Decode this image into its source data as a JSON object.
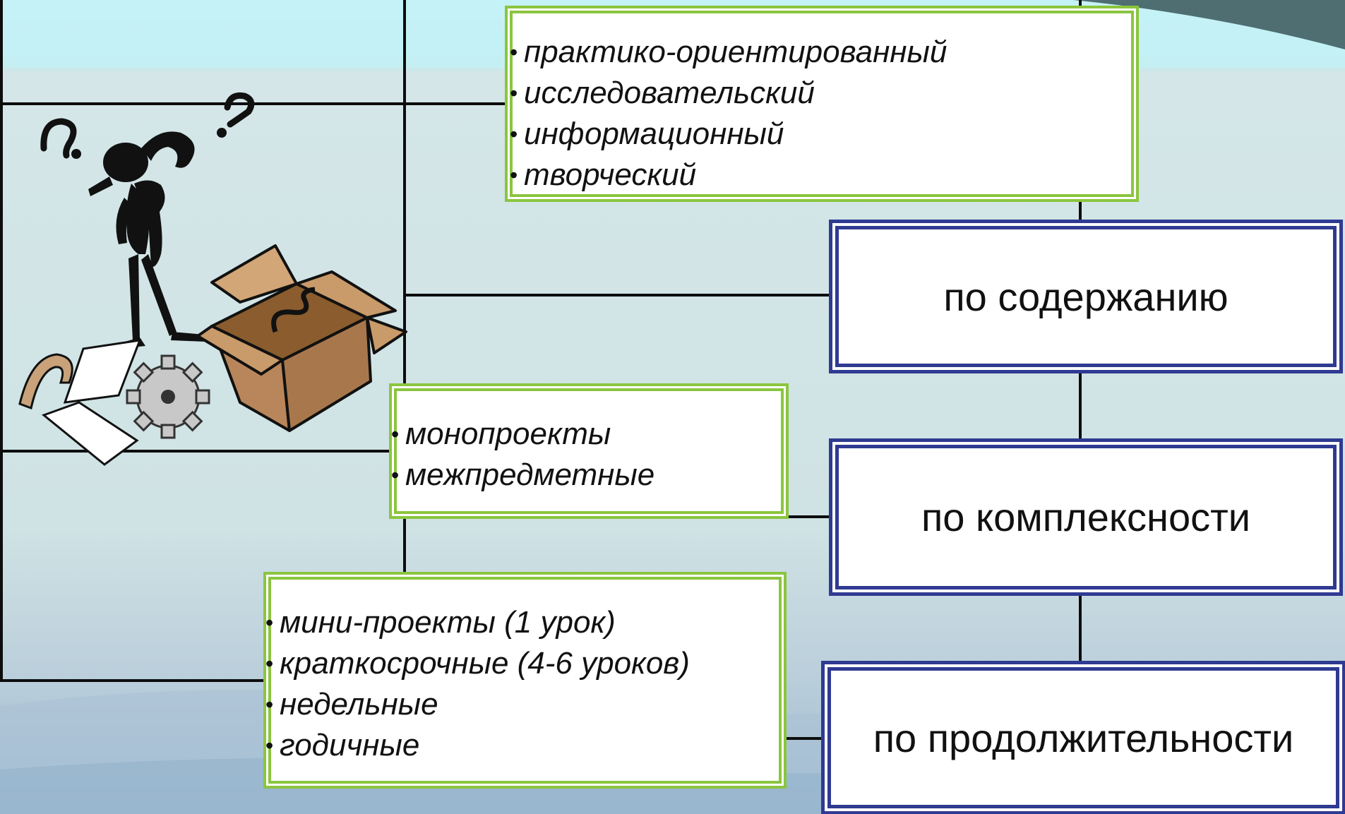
{
  "diagram": {
    "categories": [
      {
        "id": "content",
        "label": "по содержанию",
        "items": [
          "практико-ориентированный",
          "исследовательский",
          "информационный",
          "творческий"
        ]
      },
      {
        "id": "complexity",
        "label": "по комплексности",
        "items": [
          "монопроекты",
          "межпредметные"
        ]
      },
      {
        "id": "duration",
        "label": "по продолжительности",
        "items": [
          "мини-проекты (1 урок)",
          "краткосрочные (4-6 уроков)",
          "недельные",
          "годичные"
        ]
      }
    ]
  },
  "colors": {
    "green_border": "#8bc53f",
    "blue_border": "#2f3a92",
    "line": "#0d0d0d",
    "box_fill": "#b8865a"
  },
  "clipart": {
    "icons": [
      "thinking-figure-icon",
      "question-mark-icon",
      "box-icon",
      "gear-icon",
      "paper-icon",
      "hook-icon"
    ]
  }
}
